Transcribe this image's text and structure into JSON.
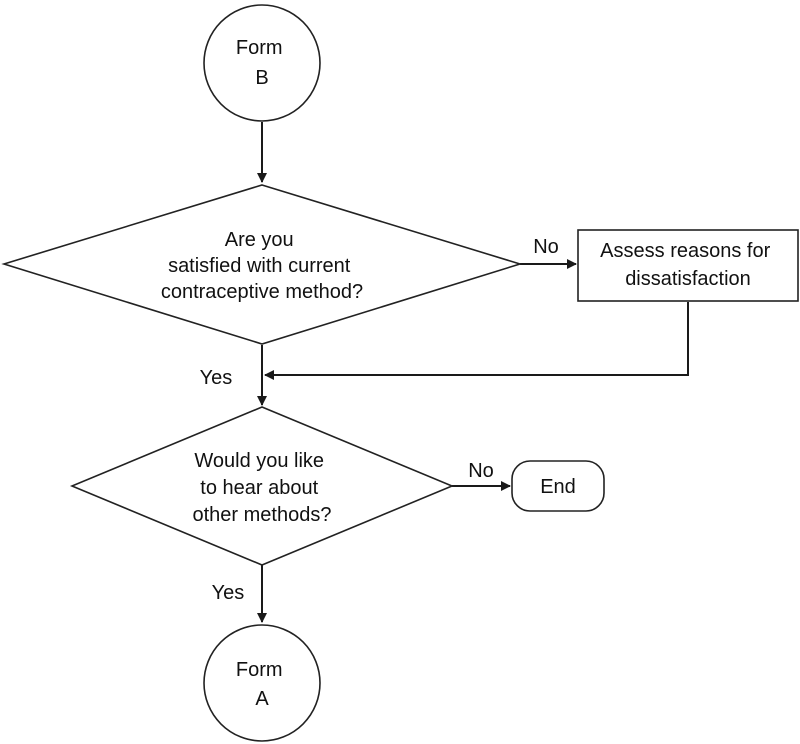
{
  "nodes": {
    "start": {
      "lines": [
        "Form",
        "B"
      ]
    },
    "q1": {
      "lines": [
        "Are you",
        "satisfied with current",
        "contraceptive method?"
      ]
    },
    "assess": {
      "lines": [
        "Assess reasons for",
        "dissatisfaction"
      ]
    },
    "q2": {
      "lines": [
        "Would you like",
        "to hear about",
        "other methods?"
      ]
    },
    "end": {
      "label": "End"
    },
    "finish": {
      "lines": [
        "Form",
        "A"
      ]
    }
  },
  "edge_labels": {
    "q1_no": "No",
    "q1_yes": "Yes",
    "q2_no": "No",
    "q2_yes": "Yes"
  },
  "colors": {
    "stroke": "#222222",
    "fill": "#ffffff",
    "text": "#111111"
  }
}
